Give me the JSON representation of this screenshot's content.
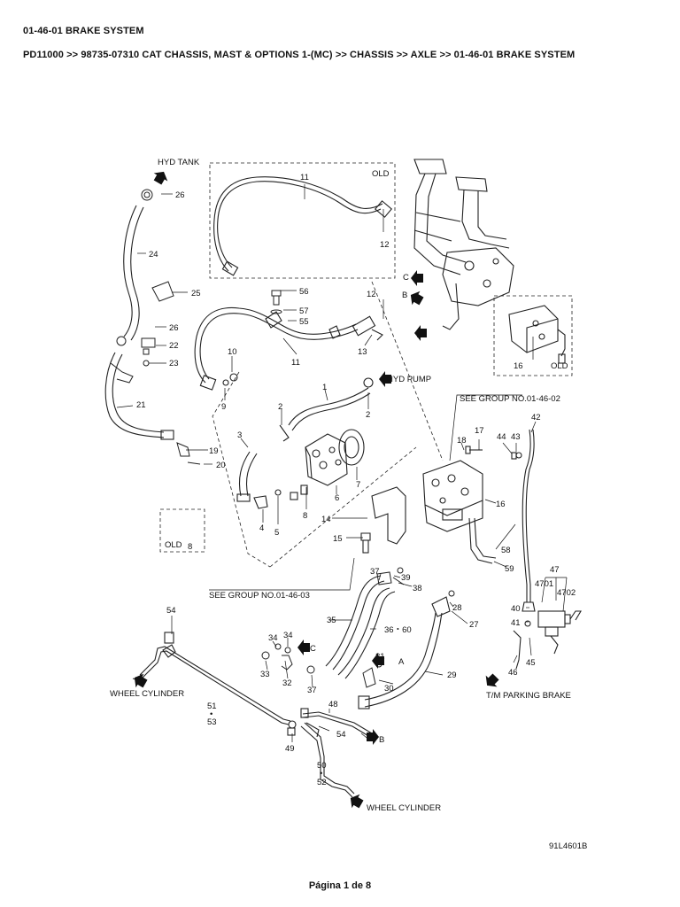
{
  "header": {
    "title": "01-46-01 BRAKE SYSTEM",
    "breadcrumb": "PD11000 >> 98735-07310 CAT CHASSIS, MAST & OPTIONS 1-(MC) >> CHASSIS >> AXLE >> 01-46-01 BRAKE SYSTEM"
  },
  "diagram": {
    "drawing_code": "91L4601B",
    "labels": {
      "hyd_tank": "HYD TANK",
      "hyd_pump": "HYD PUMP",
      "old_a": "OLD",
      "old_b": "OLD",
      "old_c": "OLD",
      "see_02": "SEE GROUP NO.01-46-02",
      "see_03": "SEE GROUP NO.01-46-03",
      "wheel_cyl_1": "WHEEL CYLINDER",
      "wheel_cyl_2": "WHEEL CYLINDER",
      "tm_parking": "T/M PARKING BRAKE",
      "port_a1": "A",
      "port_b1": "B",
      "port_c1": "C",
      "port_a2": "A",
      "port_b2": "B",
      "port_c2": "C"
    },
    "parts": {
      "p1": "1",
      "p2a": "2",
      "p2b": "2",
      "p3": "3",
      "p4": "4",
      "p5": "5",
      "p6": "6",
      "p7": "7",
      "p8a": "8",
      "p8b": "8",
      "p9": "9",
      "p10": "10",
      "p11a": "11",
      "p11b": "11",
      "p12a": "12",
      "p12b": "12",
      "p13": "13",
      "p14": "14",
      "p15": "15",
      "p16a": "16",
      "p16b": "16",
      "p17": "17",
      "p18": "18",
      "p19": "19",
      "p20": "20",
      "p21": "21",
      "p22": "22",
      "p23": "23",
      "p24": "24",
      "p25": "25",
      "p26a": "26",
      "p26b": "26",
      "p27": "27",
      "p28": "28",
      "p29": "29",
      "p30": "30",
      "p31": "31",
      "p32": "32",
      "p33": "33",
      "p34a": "34",
      "p34b": "34",
      "p35": "35",
      "p36": "36・60",
      "p37a": "37",
      "p37b": "37",
      "p38": "38",
      "p39": "39",
      "p40": "40",
      "p41": "41",
      "p42": "42",
      "p43": "43",
      "p44": "44",
      "p45": "45",
      "p46": "46",
      "p47": "47",
      "p48": "48",
      "p49": "49",
      "p50": "50",
      "p51": "51",
      "p52": "52",
      "p53": "53",
      "p54a": "54",
      "p54b": "54",
      "p55": "55",
      "p56": "56",
      "p57": "57",
      "p58": "58",
      "p59": "59",
      "p4701": "4701",
      "p4702": "4702"
    }
  },
  "footer": {
    "page": "Página 1 de 8"
  }
}
